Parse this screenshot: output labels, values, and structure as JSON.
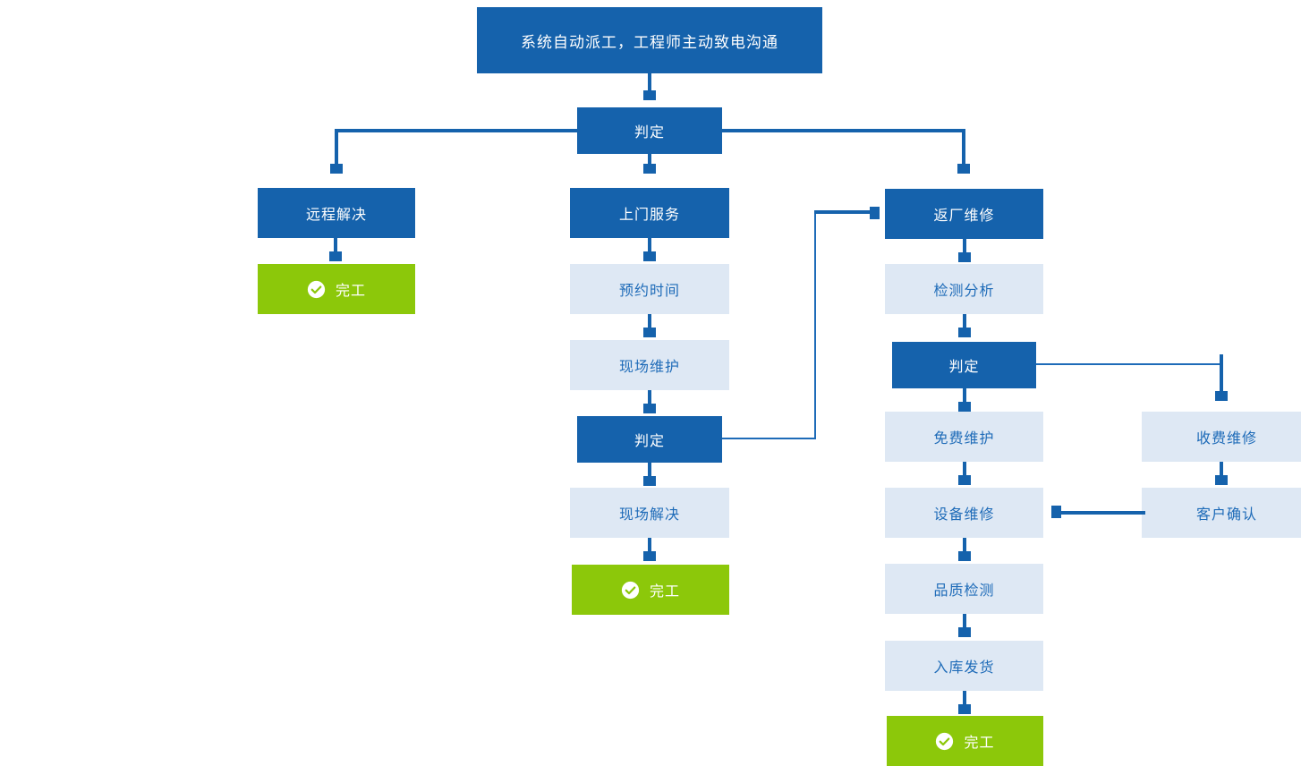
{
  "diagram": {
    "title_node": {
      "label": "系统自动派工，工程师主动致电沟通"
    },
    "decision_root": {
      "label": "判定"
    },
    "branches": {
      "left": {
        "head": {
          "label": "远程解决"
        },
        "done": {
          "label": "完工",
          "icon": "check-circle-icon"
        }
      },
      "middle": {
        "head": {
          "label": "上门服务"
        },
        "steps": [
          {
            "label": "预约时间"
          },
          {
            "label": "现场维护"
          }
        ],
        "decision": {
          "label": "判定"
        },
        "resolve": {
          "label": "现场解决"
        },
        "done": {
          "label": "完工",
          "icon": "check-circle-icon"
        }
      },
      "right": {
        "head": {
          "label": "返厂维修"
        },
        "analysis": {
          "label": "检测分析"
        },
        "decision": {
          "label": "判定"
        },
        "free_path": [
          {
            "label": "免费维护"
          },
          {
            "label": "设备维修"
          },
          {
            "label": "品质检测"
          },
          {
            "label": "入库发货"
          }
        ],
        "done": {
          "label": "完工",
          "icon": "check-circle-icon"
        },
        "paid_path": [
          {
            "label": "收费维修"
          },
          {
            "label": "客户确认"
          }
        ]
      }
    },
    "colors": {
      "primary": "#1562ac",
      "soft_fill": "#dee8f4",
      "soft_text": "#1e6bb8",
      "done": "#8cc80a",
      "connector": "#1562ac",
      "text_on_primary": "#ffffff",
      "background": "#ffffff"
    }
  }
}
